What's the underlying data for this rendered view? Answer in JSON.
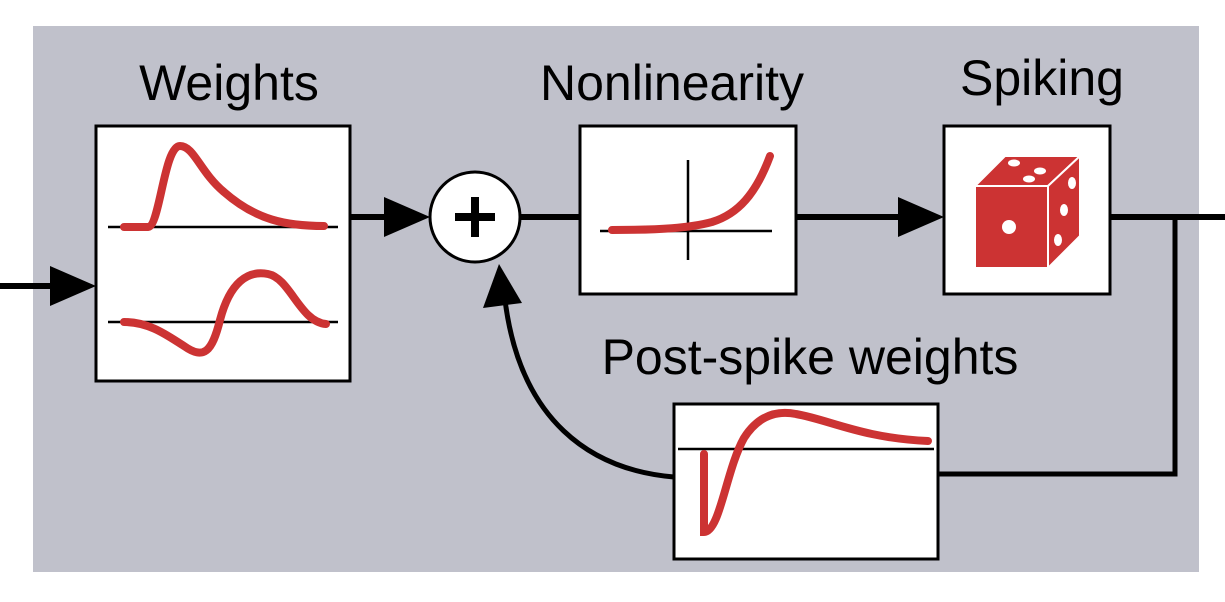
{
  "labels": {
    "weights": "Weights",
    "nonlinearity": "Nonlinearity",
    "spiking": "Spiking",
    "post_spike_weights": "Post-spike weights"
  },
  "icons": {
    "sum": "plus-in-circle",
    "spiking": "die"
  },
  "colors": {
    "panel_background": "#c0c1cb",
    "curve": "#cc3333",
    "die": "#cc3333",
    "line": "#000000",
    "box_fill": "#ffffff"
  }
}
